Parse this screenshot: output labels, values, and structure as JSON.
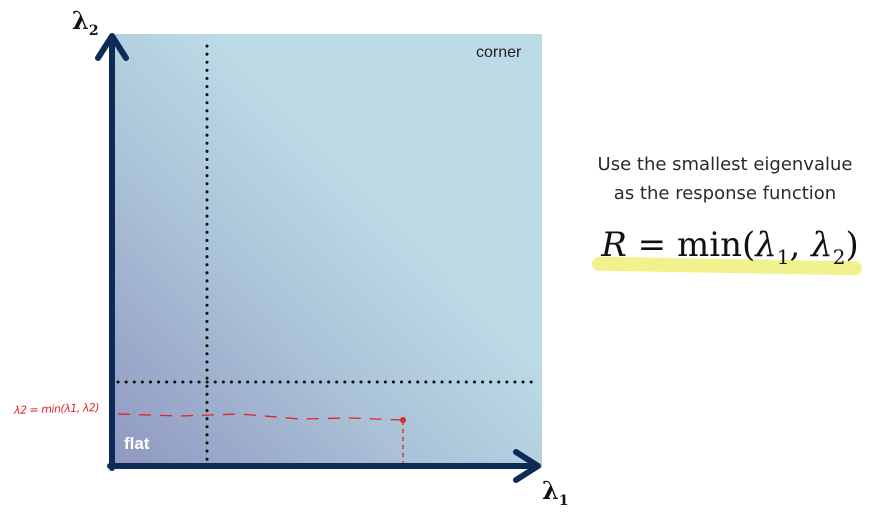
{
  "axes": {
    "y_label": "λ",
    "y_label_sub": "2",
    "x_label": "λ",
    "x_label_sub": "1"
  },
  "regions": {
    "corner_label": "corner",
    "flat_label": "flat"
  },
  "annotation": {
    "handwritten_text": "λ2 = min(λ1, λ2)"
  },
  "caption": {
    "line1": "Use the smallest eigenvalue",
    "line2": "as the response function"
  },
  "formula": {
    "lhs": "R",
    "eq": " = ",
    "fn": "min",
    "open": "(",
    "arg1": "λ",
    "arg1_sub": "1",
    "sep": ", ",
    "arg2": "λ",
    "arg2_sub": "2",
    "close": ")"
  },
  "colors": {
    "region_light": "#bcdbe6",
    "region_dark": "#9aa3c6",
    "axis": "#0e2a57",
    "annotation": "#e0262a",
    "highlight": "#eef07a"
  }
}
